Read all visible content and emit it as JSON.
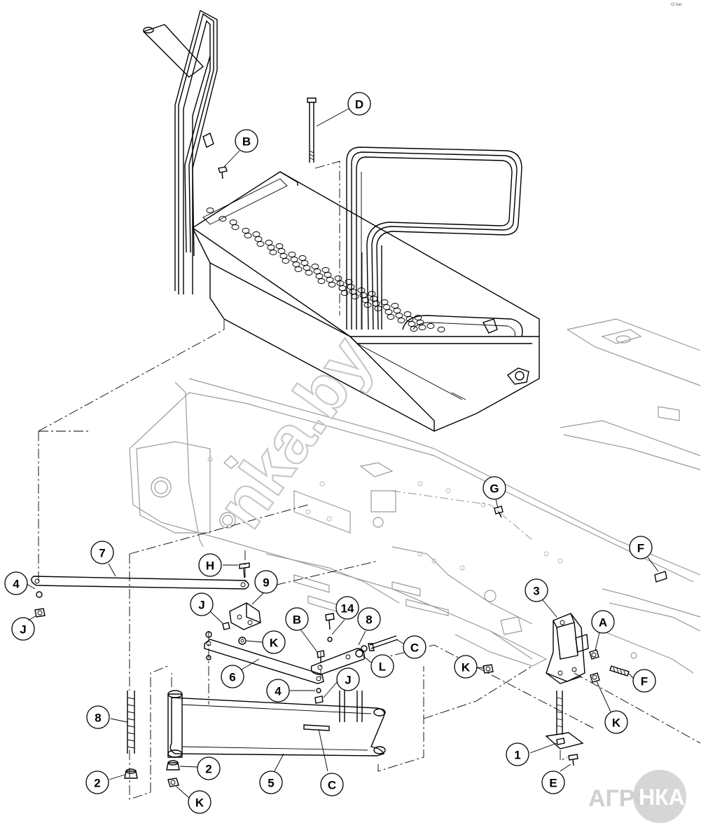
{
  "diagram": {
    "callouts": [
      {
        "id": "B-top",
        "label": "B"
      },
      {
        "id": "D",
        "label": "D"
      },
      {
        "id": "G",
        "label": "G"
      },
      {
        "id": "F-top",
        "label": "F"
      },
      {
        "id": "7",
        "label": "7"
      },
      {
        "id": "4-left",
        "label": "4"
      },
      {
        "id": "J-left",
        "label": "J"
      },
      {
        "id": "H",
        "label": "H"
      },
      {
        "id": "9",
        "label": "9"
      },
      {
        "id": "J-mid",
        "label": "J"
      },
      {
        "id": "K-mid",
        "label": "K"
      },
      {
        "id": "B-mid",
        "label": "B"
      },
      {
        "id": "14",
        "label": "14"
      },
      {
        "id": "8-right",
        "label": "8"
      },
      {
        "id": "C-top",
        "label": "C"
      },
      {
        "id": "L",
        "label": "L"
      },
      {
        "id": "6",
        "label": "6"
      },
      {
        "id": "4-mid",
        "label": "4"
      },
      {
        "id": "J-low",
        "label": "J"
      },
      {
        "id": "3",
        "label": "3"
      },
      {
        "id": "A",
        "label": "A"
      },
      {
        "id": "K-right",
        "label": "K"
      },
      {
        "id": "F-right",
        "label": "F"
      },
      {
        "id": "K-far",
        "label": "K"
      },
      {
        "id": "8-left",
        "label": "8"
      },
      {
        "id": "2-left",
        "label": "2"
      },
      {
        "id": "2-mid",
        "label": "2"
      },
      {
        "id": "K-low",
        "label": "K"
      },
      {
        "id": "5",
        "label": "5"
      },
      {
        "id": "C-low",
        "label": "C"
      },
      {
        "id": "1",
        "label": "1"
      },
      {
        "id": "E",
        "label": "E"
      }
    ],
    "watermark": "nka.by",
    "logo": {
      "left": "АГРО",
      "right": "НКА"
    },
    "corner_note": "r2 tuo"
  }
}
